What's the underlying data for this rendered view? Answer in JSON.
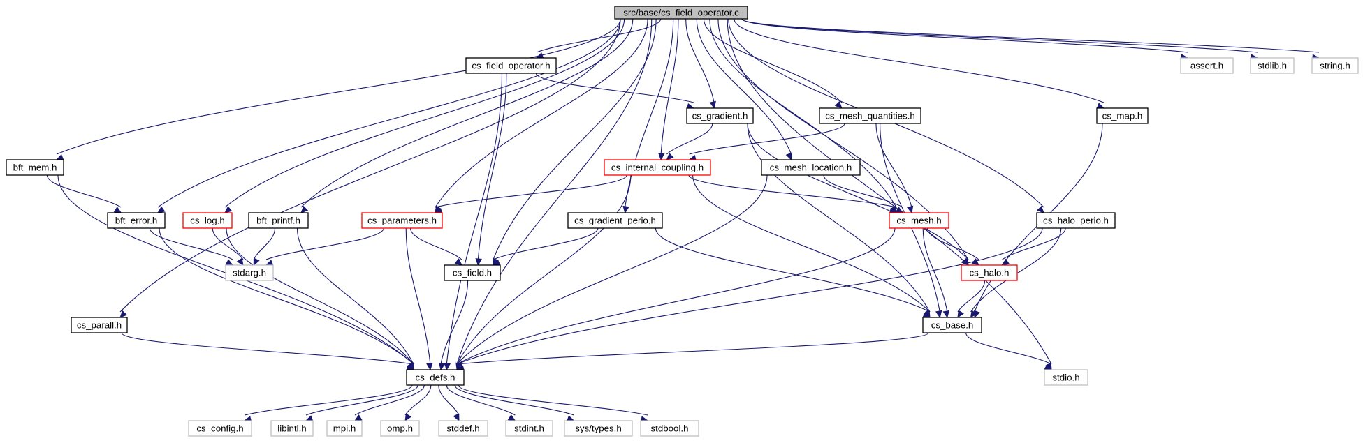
{
  "colors": {
    "edge": "#191970",
    "root_fill": "#bfbfbf",
    "normal_border": "#000000",
    "truncated_border": "#ff0000",
    "system_border": "#bfbfbf",
    "text": "#000000"
  },
  "graph": {
    "nodes": [
      {
        "id": "root",
        "label": "src/base/cs_field_operator.c",
        "style": "root"
      },
      {
        "id": "cs_field_operator_h",
        "label": "cs_field_operator.h",
        "style": "normal"
      },
      {
        "id": "assert_h",
        "label": "assert.h",
        "style": "system"
      },
      {
        "id": "stdlib_h",
        "label": "stdlib.h",
        "style": "system"
      },
      {
        "id": "string_h",
        "label": "string.h",
        "style": "system"
      },
      {
        "id": "cs_gradient_h",
        "label": "cs_gradient.h",
        "style": "normal"
      },
      {
        "id": "cs_mesh_quantities_h",
        "label": "cs_mesh_quantities.h",
        "style": "normal"
      },
      {
        "id": "cs_map_h",
        "label": "cs_map.h",
        "style": "normal"
      },
      {
        "id": "bft_mem_h",
        "label": "bft_mem.h",
        "style": "normal"
      },
      {
        "id": "cs_internal_coupling_h",
        "label": "cs_internal_coupling.h",
        "style": "truncated"
      },
      {
        "id": "cs_mesh_location_h",
        "label": "cs_mesh_location.h",
        "style": "normal"
      },
      {
        "id": "bft_error_h",
        "label": "bft_error.h",
        "style": "normal"
      },
      {
        "id": "cs_log_h",
        "label": "cs_log.h",
        "style": "truncated"
      },
      {
        "id": "bft_printf_h",
        "label": "bft_printf.h",
        "style": "normal"
      },
      {
        "id": "cs_parameters_h",
        "label": "cs_parameters.h",
        "style": "truncated"
      },
      {
        "id": "cs_gradient_perio_h",
        "label": "cs_gradient_perio.h",
        "style": "normal"
      },
      {
        "id": "cs_mesh_h",
        "label": "cs_mesh.h",
        "style": "truncated"
      },
      {
        "id": "cs_halo_perio_h",
        "label": "cs_halo_perio.h",
        "style": "normal"
      },
      {
        "id": "stdarg_h",
        "label": "stdarg.h",
        "style": "system"
      },
      {
        "id": "cs_field_h",
        "label": "cs_field.h",
        "style": "normal"
      },
      {
        "id": "cs_halo_h",
        "label": "cs_halo.h",
        "style": "truncated"
      },
      {
        "id": "cs_parall_h",
        "label": "cs_parall.h",
        "style": "normal"
      },
      {
        "id": "cs_base_h",
        "label": "cs_base.h",
        "style": "normal"
      },
      {
        "id": "cs_defs_h",
        "label": "cs_defs.h",
        "style": "normal"
      },
      {
        "id": "stdio_h",
        "label": "stdio.h",
        "style": "system"
      },
      {
        "id": "cs_config_h",
        "label": "cs_config.h",
        "style": "system"
      },
      {
        "id": "libintl_h",
        "label": "libintl.h",
        "style": "system"
      },
      {
        "id": "mpi_h",
        "label": "mpi.h",
        "style": "system"
      },
      {
        "id": "omp_h",
        "label": "omp.h",
        "style": "system"
      },
      {
        "id": "stddef_h",
        "label": "stddef.h",
        "style": "system"
      },
      {
        "id": "stdint_h",
        "label": "stdint.h",
        "style": "system"
      },
      {
        "id": "sys_types_h",
        "label": "sys/types.h",
        "style": "system"
      },
      {
        "id": "stdbool_h",
        "label": "stdbool.h",
        "style": "system"
      }
    ],
    "edges": [
      [
        "root",
        "cs_field_operator_h"
      ],
      [
        "root",
        "assert_h"
      ],
      [
        "root",
        "stdlib_h"
      ],
      [
        "root",
        "string_h"
      ],
      [
        "root",
        "stdio_h"
      ],
      [
        "root",
        "bft_mem_h"
      ],
      [
        "root",
        "bft_error_h"
      ],
      [
        "root",
        "bft_printf_h"
      ],
      [
        "root",
        "cs_log_h"
      ],
      [
        "root",
        "cs_parall_h"
      ],
      [
        "root",
        "cs_parameters_h"
      ],
      [
        "root",
        "cs_field_h"
      ],
      [
        "root",
        "cs_defs_h"
      ],
      [
        "root",
        "cs_gradient_perio_h"
      ],
      [
        "root",
        "cs_internal_coupling_h"
      ],
      [
        "root",
        "cs_gradient_h"
      ],
      [
        "root",
        "cs_mesh_location_h"
      ],
      [
        "root",
        "cs_mesh_quantities_h"
      ],
      [
        "root",
        "cs_mesh_h"
      ],
      [
        "root",
        "cs_halo_h"
      ],
      [
        "root",
        "cs_halo_perio_h"
      ],
      [
        "root",
        "cs_map_h"
      ],
      [
        "cs_field_operator_h",
        "cs_defs_h"
      ],
      [
        "cs_field_operator_h",
        "cs_field_h"
      ],
      [
        "cs_field_operator_h",
        "cs_gradient_h"
      ],
      [
        "cs_gradient_h",
        "cs_internal_coupling_h"
      ],
      [
        "cs_gradient_h",
        "cs_base_h"
      ],
      [
        "cs_gradient_h",
        "cs_halo_h"
      ],
      [
        "cs_mesh_quantities_h",
        "cs_internal_coupling_h"
      ],
      [
        "cs_mesh_quantities_h",
        "cs_mesh_h"
      ],
      [
        "cs_mesh_quantities_h",
        "cs_base_h"
      ],
      [
        "cs_map_h",
        "cs_base_h"
      ],
      [
        "bft_mem_h",
        "bft_error_h"
      ],
      [
        "bft_mem_h",
        "cs_defs_h"
      ],
      [
        "cs_internal_coupling_h",
        "cs_parameters_h"
      ],
      [
        "cs_internal_coupling_h",
        "cs_mesh_h"
      ],
      [
        "cs_internal_coupling_h",
        "cs_defs_h"
      ],
      [
        "cs_internal_coupling_h",
        "cs_base_h"
      ],
      [
        "cs_mesh_location_h",
        "cs_mesh_h"
      ],
      [
        "cs_mesh_location_h",
        "cs_defs_h"
      ],
      [
        "bft_error_h",
        "stdarg_h"
      ],
      [
        "bft_error_h",
        "cs_defs_h"
      ],
      [
        "cs_log_h",
        "stdarg_h"
      ],
      [
        "cs_log_h",
        "cs_defs_h"
      ],
      [
        "bft_printf_h",
        "stdarg_h"
      ],
      [
        "bft_printf_h",
        "cs_defs_h"
      ],
      [
        "cs_parameters_h",
        "stdarg_h"
      ],
      [
        "cs_parameters_h",
        "cs_field_h"
      ],
      [
        "cs_parameters_h",
        "cs_defs_h"
      ],
      [
        "cs_gradient_perio_h",
        "cs_field_h"
      ],
      [
        "cs_gradient_perio_h",
        "cs_base_h"
      ],
      [
        "cs_mesh_h",
        "cs_halo_h"
      ],
      [
        "cs_mesh_h",
        "cs_base_h"
      ],
      [
        "cs_mesh_h",
        "cs_defs_h"
      ],
      [
        "cs_halo_perio_h",
        "cs_halo_h"
      ],
      [
        "cs_halo_perio_h",
        "cs_base_h"
      ],
      [
        "cs_halo_perio_h",
        "cs_defs_h"
      ],
      [
        "cs_field_h",
        "cs_defs_h"
      ],
      [
        "cs_halo_h",
        "cs_base_h"
      ],
      [
        "cs_parall_h",
        "cs_defs_h"
      ],
      [
        "cs_base_h",
        "cs_defs_h"
      ],
      [
        "cs_base_h",
        "stdio_h"
      ],
      [
        "cs_defs_h",
        "cs_config_h"
      ],
      [
        "cs_defs_h",
        "libintl_h"
      ],
      [
        "cs_defs_h",
        "mpi_h"
      ],
      [
        "cs_defs_h",
        "omp_h"
      ],
      [
        "cs_defs_h",
        "stddef_h"
      ],
      [
        "cs_defs_h",
        "stdint_h"
      ],
      [
        "cs_defs_h",
        "sys_types_h"
      ],
      [
        "cs_defs_h",
        "stdbool_h"
      ]
    ]
  }
}
